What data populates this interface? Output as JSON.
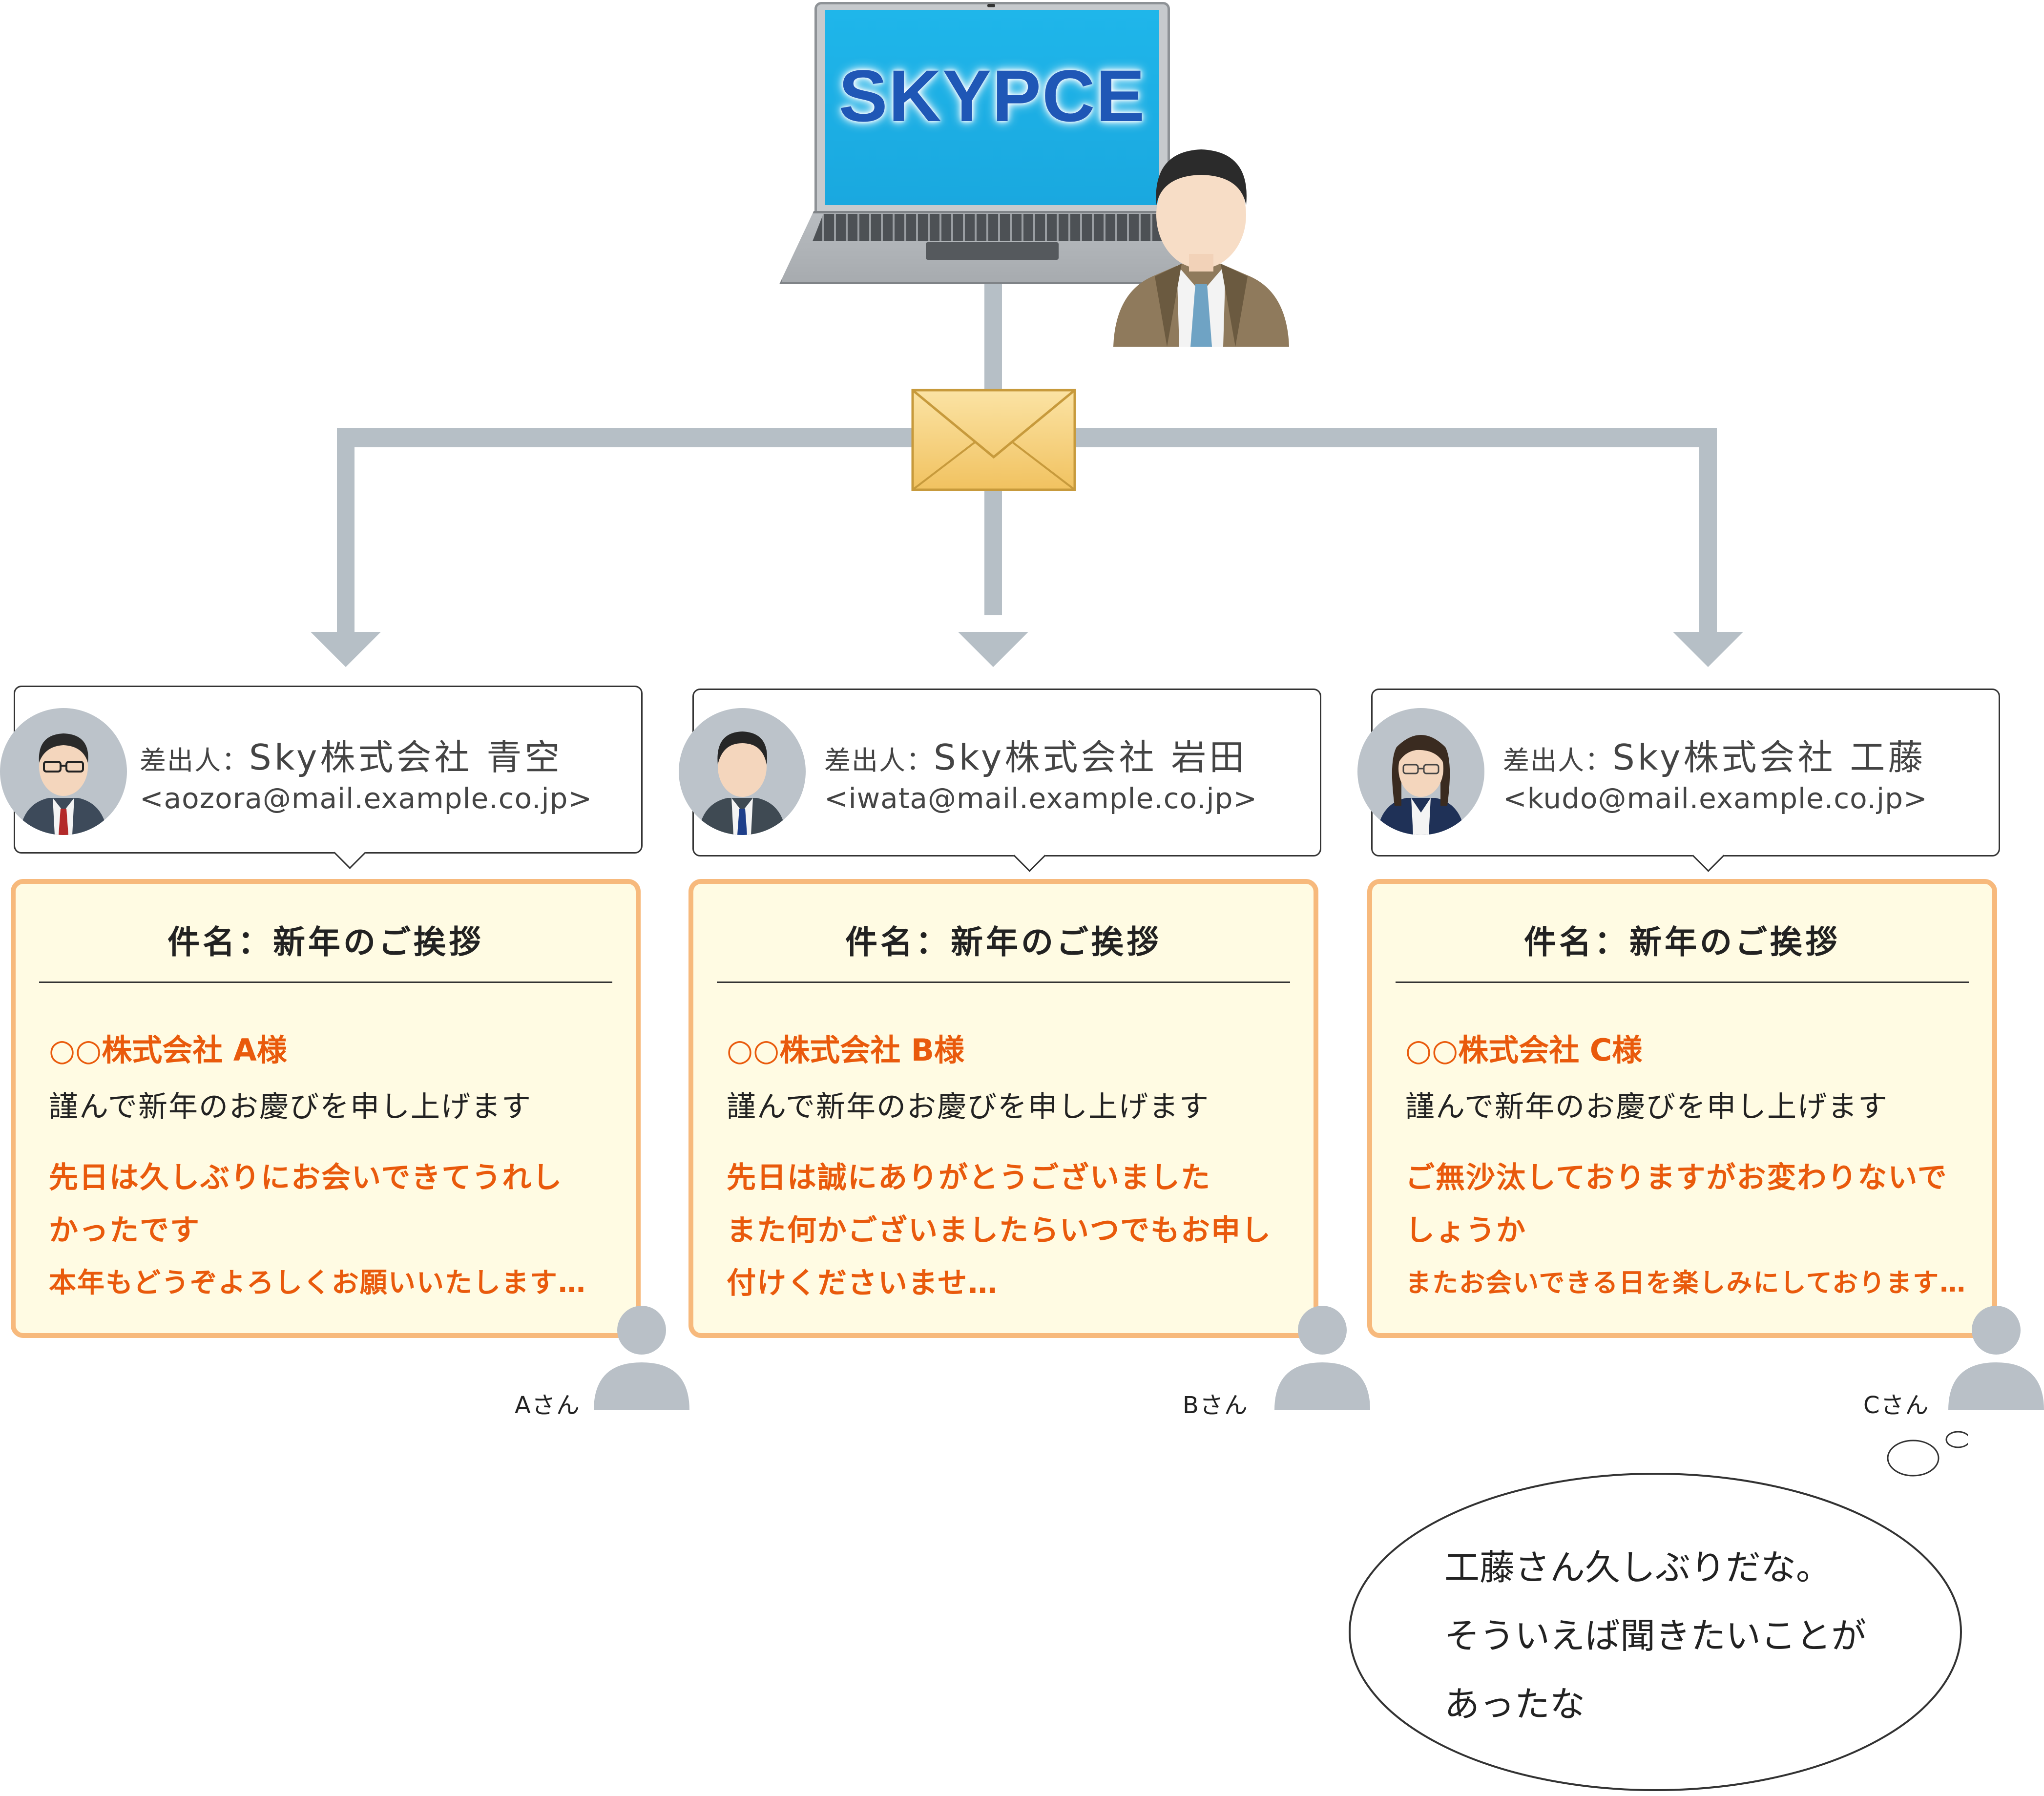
{
  "laptop": {
    "brand": "SKYPCE"
  },
  "senders": [
    {
      "label": "差出人：",
      "name": "Sky株式会社 青空",
      "email": "<aozora@mail.example.co.jp>",
      "mail": {
        "subject": "件名：新年のご挨拶",
        "to": "○○株式会社 A様",
        "greeting": "謹んで新年のお慶びを申し上げます",
        "body": [
          "先日は久しぶりにお会いできてうれし",
          "かったです",
          "本年もどうぞよろしくお願いいたします…"
        ]
      },
      "recipient": "Aさん"
    },
    {
      "label": "差出人：",
      "name": "Sky株式会社 岩田",
      "email": "<iwata@mail.example.co.jp>",
      "mail": {
        "subject": "件名：新年のご挨拶",
        "to": "○○株式会社 B様",
        "greeting": "謹んで新年のお慶びを申し上げます",
        "body": [
          "先日は誠にありがとうございました",
          "また何かございましたらいつでもお申し",
          "付けくださいませ…"
        ]
      },
      "recipient": "Bさん"
    },
    {
      "label": "差出人：",
      "name": "Sky株式会社 工藤",
      "email": "<kudo@mail.example.co.jp>",
      "mail": {
        "subject": "件名：新年のご挨拶",
        "to": "○○株式会社 C様",
        "greeting": "謹んで新年のお慶びを申し上げます",
        "body": [
          "ご無沙汰しておりますがお変わりないで",
          "しょうか",
          "またお会いできる日を楽しみにしております…"
        ]
      },
      "recipient": "Cさん"
    }
  ],
  "thought": {
    "lines": [
      "工藤さん久しぶりだな。",
      "そういえば聞きたいことが",
      "あったな"
    ]
  },
  "colors": {
    "connector": "#b6bfc6",
    "card_border": "#f7b97c",
    "card_bg": "#fffbe3",
    "accent_text": "#e95a0c",
    "screen": "#1fb6ea",
    "brand": "#1f57b6"
  },
  "icons": {
    "laptop": "laptop-icon",
    "sender_user": "businessman-icon",
    "envelope": "envelope-icon",
    "recipient": "person-silhouette-icon",
    "thought": "thought-bubble"
  }
}
